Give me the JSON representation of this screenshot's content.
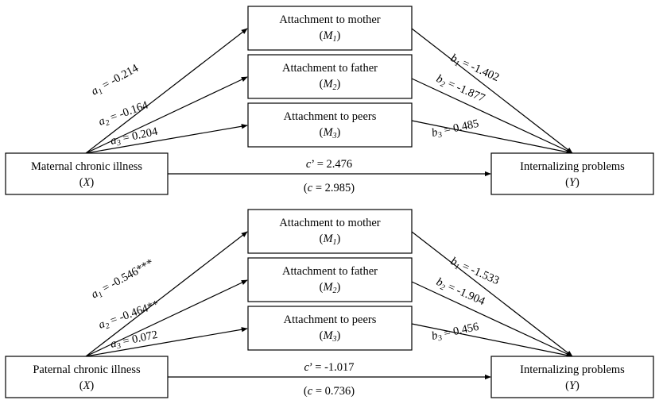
{
  "colors": {
    "stroke": "#000000",
    "background": "#ffffff"
  },
  "panels": [
    {
      "x": {
        "title": "Maternal chronic illness",
        "symbol": "X"
      },
      "y": {
        "title": "Internalizing problems",
        "symbol": "Y"
      },
      "mediators": [
        {
          "title": "Attachment to mother",
          "sym": "M",
          "sub": "1"
        },
        {
          "title": "Attachment to father",
          "sym": "M",
          "sub": "2"
        },
        {
          "title": "Attachment to peers",
          "sym": "M",
          "sub": "3"
        }
      ],
      "a_paths": [
        {
          "sym": "a",
          "sub": "1",
          "value": " = -0.214"
        },
        {
          "sym": "a",
          "sub": "2",
          "value": " = -0.164"
        },
        {
          "sym": "a",
          "sub": "3",
          "value": " = 0.204"
        }
      ],
      "b_paths": [
        {
          "sym": "b",
          "sub": "1",
          "value": " = -1.402"
        },
        {
          "sym": "b",
          "sub": "2",
          "value": " = -1.877"
        },
        {
          "sym": "b",
          "sub": "3",
          "value": " = 0.485"
        }
      ],
      "direct": {
        "sym": "c",
        "prime": "’",
        "value": " = 2.476"
      },
      "total": {
        "open": "(",
        "sym": "c",
        "value": " = 2.985)"
      }
    },
    {
      "x": {
        "title": "Paternal chronic illness",
        "symbol": "X"
      },
      "y": {
        "title": "Internalizing problems",
        "symbol": "Y"
      },
      "mediators": [
        {
          "title": "Attachment to mother",
          "sym": "M",
          "sub": "1"
        },
        {
          "title": "Attachment to father",
          "sym": "M",
          "sub": "2"
        },
        {
          "title": "Attachment to peers",
          "sym": "M",
          "sub": "3"
        }
      ],
      "a_paths": [
        {
          "sym": "a",
          "sub": "1",
          "value": " = -0.546***"
        },
        {
          "sym": "a",
          "sub": "2",
          "value": " = -0.464**"
        },
        {
          "sym": "a",
          "sub": "3",
          "value": " = 0.072"
        }
      ],
      "b_paths": [
        {
          "sym": "b",
          "sub": "1",
          "value": " = -1.533"
        },
        {
          "sym": "b",
          "sub": "2",
          "value": " = -1.904"
        },
        {
          "sym": "b",
          "sub": "3",
          "value": " = 0.456"
        }
      ],
      "direct": {
        "sym": "c",
        "prime": "’",
        "value": " = -1.017"
      },
      "total": {
        "open": "(",
        "sym": "c",
        "value": " = 0.736)"
      }
    }
  ]
}
